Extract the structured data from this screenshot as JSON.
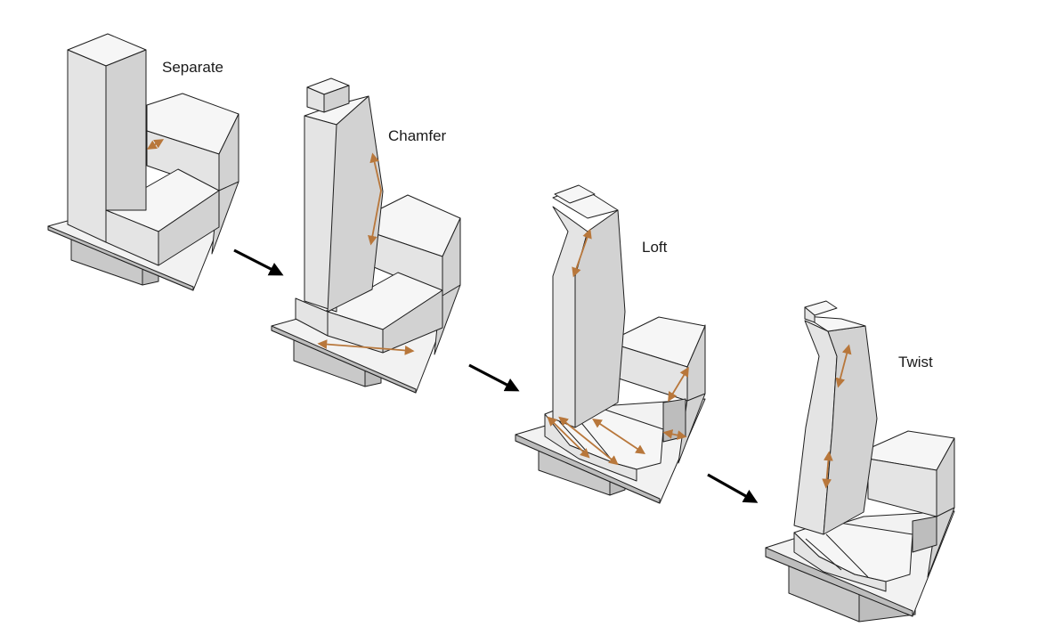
{
  "diagram": {
    "steps": [
      {
        "id": "separate",
        "label": "Separate"
      },
      {
        "id": "chamfer",
        "label": "Chamfer"
      },
      {
        "id": "loft",
        "label": "Loft"
      },
      {
        "id": "twist",
        "label": "Twist"
      }
    ],
    "colors": {
      "adjustment_arrow": "#b8773b",
      "flow_arrow": "#000000",
      "model": "#d2d2d2"
    }
  }
}
